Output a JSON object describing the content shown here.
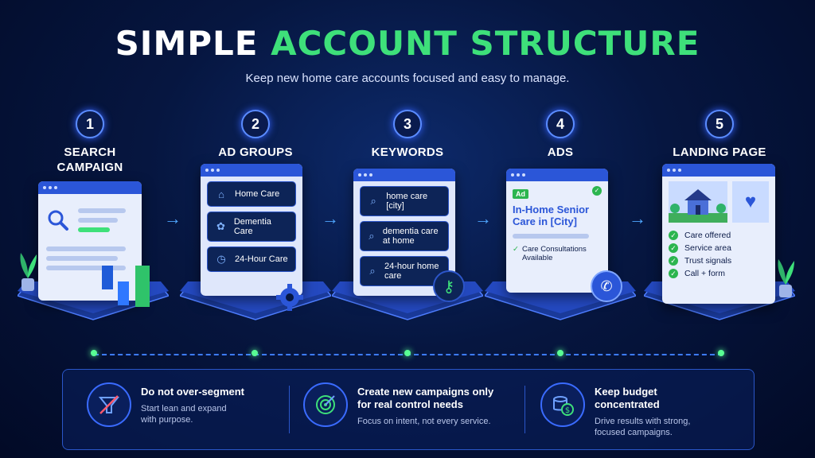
{
  "title": {
    "part1": "SIMPLE",
    "part2": "ACCOUNT STRUCTURE"
  },
  "subtitle": "Keep new home care accounts focused and easy to manage.",
  "steps": [
    {
      "num": "1",
      "label_line1": "SEARCH",
      "label_line2": "CAMPAIGN"
    },
    {
      "num": "2",
      "label_line1": "AD GROUPS",
      "label_line2": ""
    },
    {
      "num": "3",
      "label_line1": "KEYWORDS",
      "label_line2": ""
    },
    {
      "num": "4",
      "label_line1": "ADS",
      "label_line2": ""
    },
    {
      "num": "5",
      "label_line1": "LANDING PAGE",
      "label_line2": ""
    }
  ],
  "ad_groups": [
    "Home Care",
    "Dementia Care",
    "24-Hour Care"
  ],
  "keywords": [
    "home care [city]",
    "dementia care at home",
    "24-hour home care"
  ],
  "ad": {
    "badge": "Ad",
    "headline": "In-Home Senior Care in [City]",
    "check_text": "Care Consultations Available"
  },
  "landing": [
    "Care offered",
    "Service area",
    "Trust signals",
    "Call + form"
  ],
  "tips": [
    {
      "heading": "Do not over-segment",
      "body": "Start lean and expand with purpose.",
      "icon": "filter-icon"
    },
    {
      "heading": "Create new campaigns only for real control needs",
      "body": "Focus on intent, not every service.",
      "icon": "target-icon"
    },
    {
      "heading": "Keep budget concentrated",
      "body": "Drive results with strong, focused campaigns.",
      "icon": "coins-icon"
    }
  ],
  "colors": {
    "accent": "#3ee07a",
    "brand": "#2b56d8",
    "background": "#061640"
  }
}
